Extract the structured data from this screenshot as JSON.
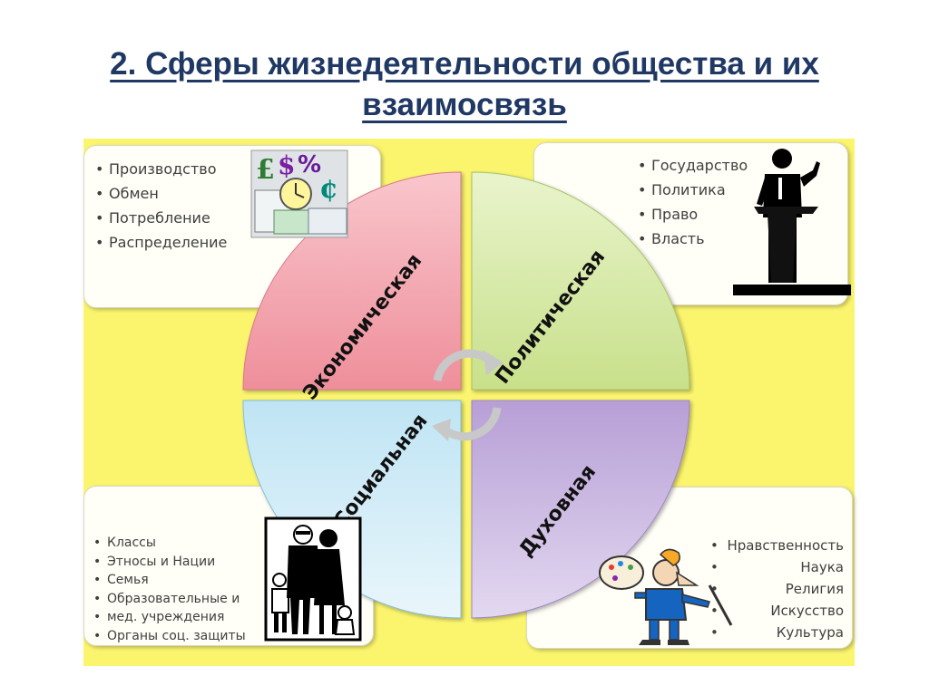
{
  "title": {
    "line1": "2. Сферы жизнедеятельности общества и их",
    "line2": "взаимосвязь"
  },
  "sectors": [
    {
      "label": "Экономическая",
      "color": "#f3a9b2"
    },
    {
      "label": "Политическая",
      "color": "#d8eaa8"
    },
    {
      "label": "Социальная",
      "color": "#a6d8ee"
    },
    {
      "label": "Духовная",
      "color": "#c8b2de"
    }
  ],
  "boxes": {
    "economic": [
      "Производство",
      "Обмен",
      "Потребление",
      "Распределение"
    ],
    "political": [
      "Государство",
      "Политика",
      "Право",
      "Власть"
    ],
    "social": [
      "Классы",
      "Этносы и Нации",
      "Семья",
      "Образовательные и",
      "мед. учреждения",
      "Органы соц. защиты"
    ],
    "spiritual": [
      "Нравственность",
      "Наука",
      "Религия",
      "Искусство",
      "Культура"
    ]
  },
  "icons": {
    "economic": "finance-collage-icon",
    "political": "orator-at-podium-icon",
    "social": "family-icon",
    "spiritual": "painter-with-palette-icon"
  },
  "colors": {
    "title": "#203864",
    "background_panel": "#fbf56e",
    "card": "#fffef7",
    "arrow": "#c8c8c8"
  }
}
